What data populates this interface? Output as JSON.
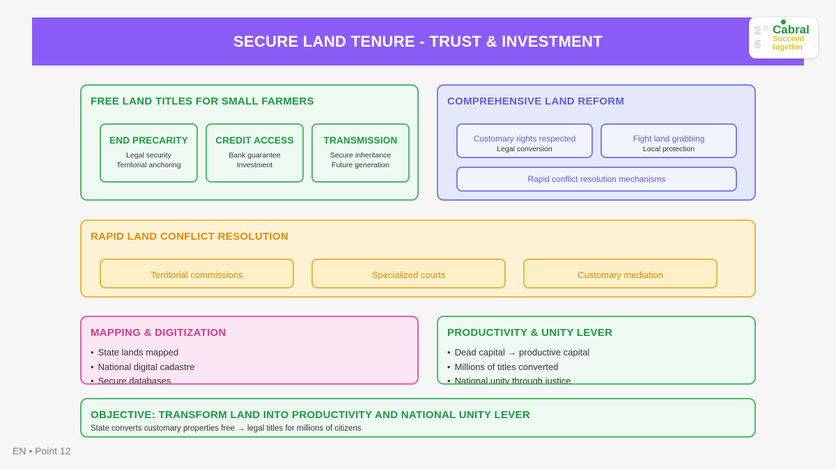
{
  "header": {
    "title": "SECURE LAND TENURE - TRUST & INVESTMENT"
  },
  "logo": {
    "name": "Cabral",
    "slogan_line1": "Succeed",
    "slogan_line2": "together",
    "colors": {
      "green": "#1f9a3a",
      "yellow": "#e8c21a"
    }
  },
  "free_titles": {
    "title": "FREE LAND TITLES FOR SMALL FARMERS",
    "cards": [
      {
        "title": "END PRECARITY",
        "lines": [
          "Legal security",
          "Territorial anchoring"
        ]
      },
      {
        "title": "CREDIT ACCESS",
        "lines": [
          "Bank guarantee",
          "Investment"
        ]
      },
      {
        "title": "TRANSMISSION",
        "lines": [
          "Secure inheritance",
          "Future generation"
        ]
      }
    ]
  },
  "land_reform": {
    "title": "COMPREHENSIVE LAND REFORM",
    "cards": [
      {
        "title": "Customary rights respected",
        "sub": "Legal conversion"
      },
      {
        "title": "Fight land grabbing",
        "sub": "Local protection"
      },
      {
        "title": "Rapid conflict resolution mechanisms"
      }
    ]
  },
  "conflict": {
    "title": "RAPID LAND CONFLICT RESOLUTION",
    "cards": [
      "Territorial commissions",
      "Specialized courts",
      "Customary mediation"
    ]
  },
  "mapping": {
    "title": "MAPPING & DIGITIZATION",
    "bullets": [
      "State lands mapped",
      "National digital cadastre",
      "Secure databases"
    ]
  },
  "productivity": {
    "title": "PRODUCTIVITY & UNITY LEVER",
    "bullets": [
      "Dead capital → productive capital",
      "Millions of titles converted",
      "National unity through justice"
    ]
  },
  "objective": {
    "title": "OBJECTIVE: TRANSFORM LAND INTO PRODUCTIVITY AND NATIONAL UNITY LEVER",
    "subtitle": "State converts customary properties free → legal titles for millions of citizens"
  },
  "footer": {
    "text": "EN • Point 12"
  },
  "colors": {
    "header": "#8b5cf6",
    "green": "#4fb96a",
    "blue": "#7b7fe0",
    "orange": "#f0b43d",
    "pink": "#e05fa8"
  }
}
